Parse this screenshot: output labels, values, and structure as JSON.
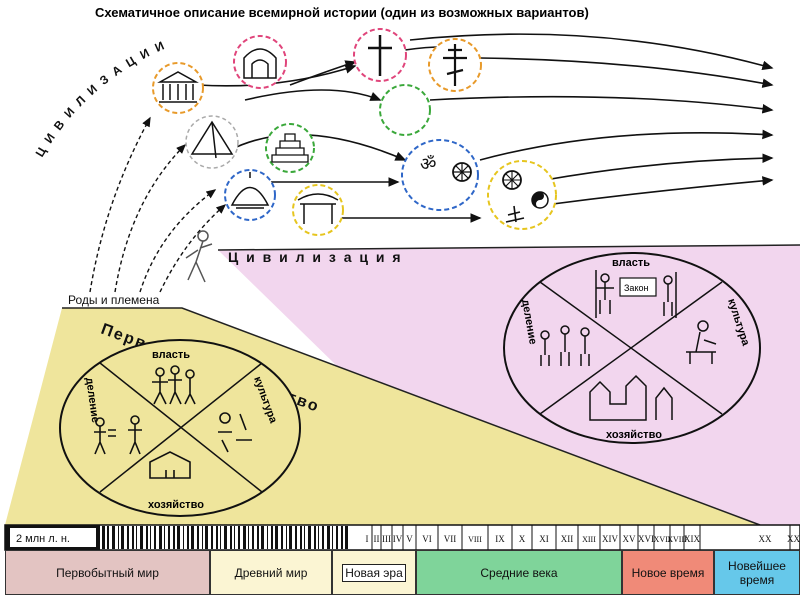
{
  "title": "Схематичное описание всемирной истории (один из возможных вариантов)",
  "curved_civ_label": "Ц И В И Л И З А Ц И И",
  "civ_title": "Ц и в и л и з а ц и я",
  "prim_title": "Первобытное общество",
  "tribes_label": "Роды и племена",
  "prim_wheel": {
    "top": "власть",
    "left": "деление",
    "right": "культура",
    "bottom": "хозяйство"
  },
  "civ_wheel": {
    "top": "власть",
    "left": "деление",
    "right": "культура",
    "bottom": "хозяйство",
    "scroll": "Закон"
  },
  "timeline": {
    "start": "2 млн л. н.",
    "centuries": [
      "I",
      "II",
      "III",
      "IV",
      "V",
      "VI",
      "VII",
      "VIII",
      "IX",
      "X",
      "XI",
      "XII",
      "XIII",
      "XIV",
      "XV",
      "XVI",
      "XVII",
      "XVIII",
      "XIX",
      "XX",
      "XXI"
    ]
  },
  "periods": [
    {
      "label": "Первобытный мир",
      "color": "#e3c4c2"
    },
    {
      "label": "Древний мир",
      "color": "#fbf5d3"
    },
    {
      "label": "Новая эра",
      "color": "#fbf5d3"
    },
    {
      "label": "Средние века",
      "color": "#7fd49a"
    },
    {
      "label": "Новое время",
      "color": "#f08a78"
    },
    {
      "label": "Новейшее время",
      "color": "#66c8ea"
    }
  ],
  "colors": {
    "primitive_bg": "#efe59c",
    "civilization_bg": "#f2d6ee",
    "circle_orange": "#e89a2a",
    "circle_pink": "#e0457b",
    "circle_green": "#3aa83a",
    "circle_blue": "#2f67c8",
    "circle_yellow": "#e6c51e"
  },
  "icons": [
    "temple-icon",
    "pyramid-icon",
    "ziggurat-icon",
    "stupa-icon",
    "shrine-icon",
    "church-icon",
    "christian-cross-icon",
    "orthodox-cross-icon",
    "crescent-icon",
    "om-icon",
    "dharma-wheel-icon",
    "yin-yang-icon"
  ]
}
